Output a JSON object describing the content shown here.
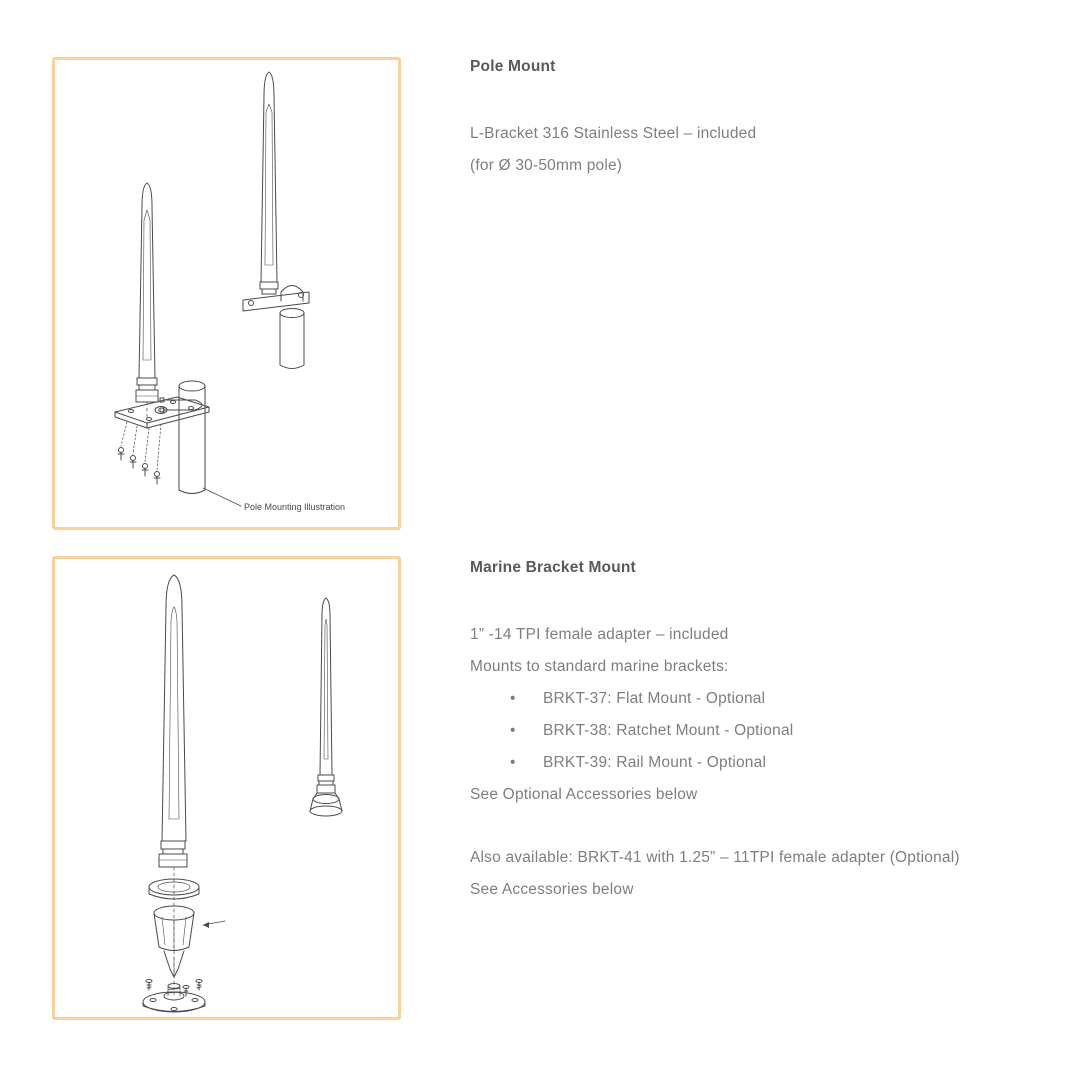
{
  "colors": {
    "box_border": "#f9d19b",
    "heading_text": "#595959",
    "body_text": "#7e7e7e",
    "line_art": "#4a4a4a"
  },
  "bullet_char": "•",
  "pole_mount": {
    "title": "Pole Mount",
    "line1": "L-Bracket 316 Stainless Steel – included",
    "line2": "(for Ø 30-50mm pole)",
    "figure_label": "Pole Mounting Illustration"
  },
  "marine_mount": {
    "title": "Marine Bracket Mount",
    "line1": "1” -14 TPI female adapter – included",
    "line2": "Mounts to standard marine brackets:",
    "bullets": [
      "BRKT-37: Flat Mount - Optional",
      "BRKT-38: Ratchet Mount - Optional",
      "BRKT-39: Rail Mount - Optional"
    ],
    "line3": "See Optional Accessories below",
    "line4": "Also available: BRKT-41 with 1.25” – 11TPI female adapter (Optional)",
    "line5": "See Accessories below"
  }
}
